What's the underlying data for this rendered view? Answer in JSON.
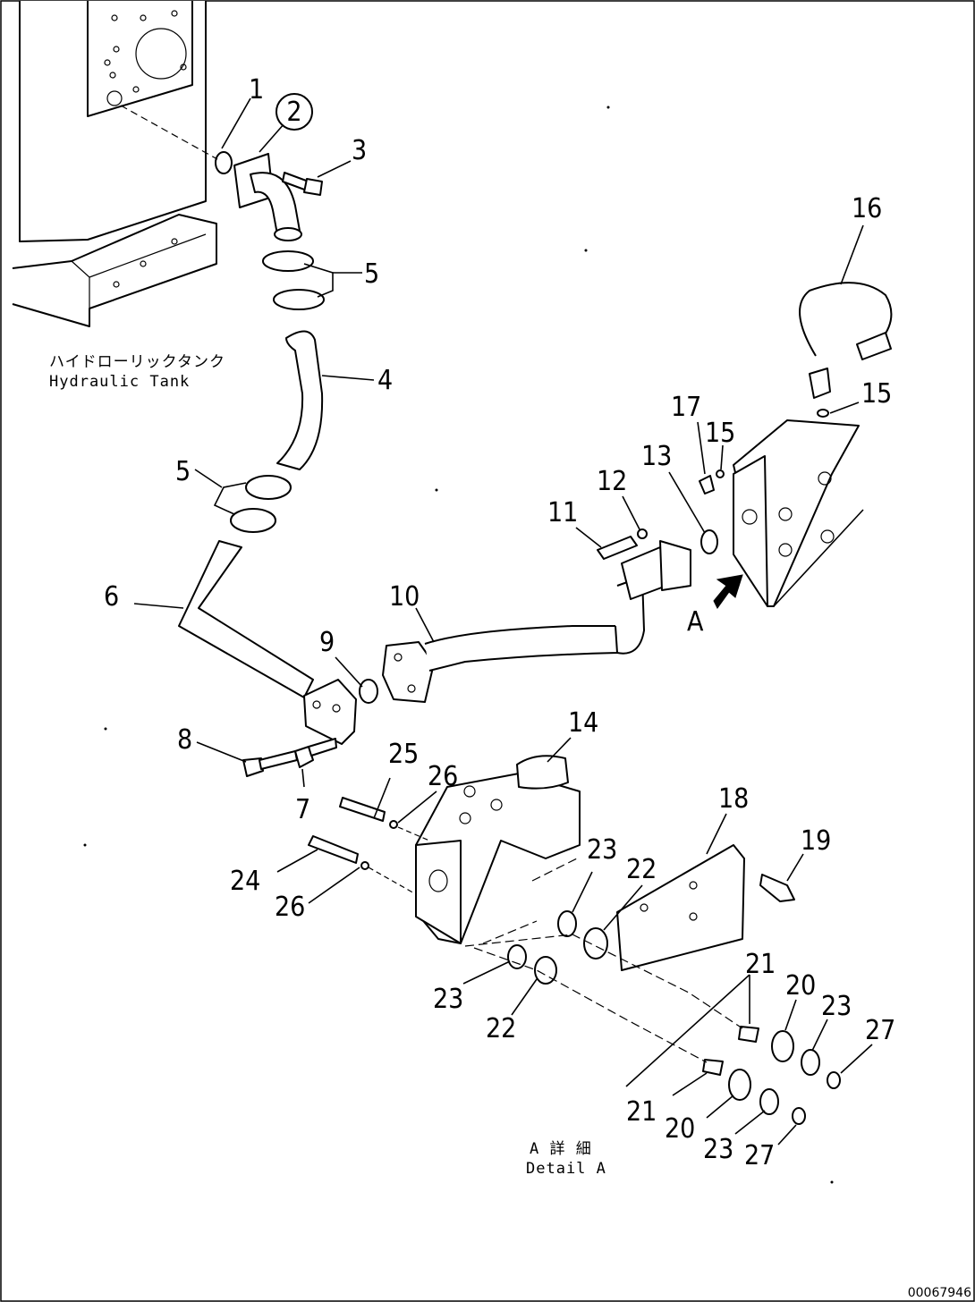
{
  "diagram": {
    "tank_label_jp": "ハイドローリックタンク",
    "tank_label_en": "Hydraulic Tank",
    "detail_label_jp": "A 詳 細",
    "detail_label_en": "Detail A",
    "view_marker": "A",
    "circled_part": "2",
    "drawing_number": "00067946",
    "callouts": [
      {
        "id": "c1",
        "text": "1"
      },
      {
        "id": "c3",
        "text": "3"
      },
      {
        "id": "c4",
        "text": "4"
      },
      {
        "id": "c5a",
        "text": "5"
      },
      {
        "id": "c5b",
        "text": "5"
      },
      {
        "id": "c6",
        "text": "6"
      },
      {
        "id": "c7",
        "text": "7"
      },
      {
        "id": "c8",
        "text": "8"
      },
      {
        "id": "c9",
        "text": "9"
      },
      {
        "id": "c10",
        "text": "10"
      },
      {
        "id": "c11",
        "text": "11"
      },
      {
        "id": "c12",
        "text": "12"
      },
      {
        "id": "c13",
        "text": "13"
      },
      {
        "id": "c14",
        "text": "14"
      },
      {
        "id": "c15a",
        "text": "15"
      },
      {
        "id": "c15b",
        "text": "15"
      },
      {
        "id": "c16",
        "text": "16"
      },
      {
        "id": "c17",
        "text": "17"
      },
      {
        "id": "c18",
        "text": "18"
      },
      {
        "id": "c19",
        "text": "19"
      },
      {
        "id": "c20a",
        "text": "20"
      },
      {
        "id": "c20b",
        "text": "20"
      },
      {
        "id": "c21a",
        "text": "21"
      },
      {
        "id": "c21b",
        "text": "21"
      },
      {
        "id": "c22a",
        "text": "22"
      },
      {
        "id": "c22b",
        "text": "22"
      },
      {
        "id": "c23a",
        "text": "23"
      },
      {
        "id": "c23b",
        "text": "23"
      },
      {
        "id": "c23c",
        "text": "23"
      },
      {
        "id": "c23d",
        "text": "23"
      },
      {
        "id": "c24",
        "text": "24"
      },
      {
        "id": "c25",
        "text": "25"
      },
      {
        "id": "c26a",
        "text": "26"
      },
      {
        "id": "c26b",
        "text": "26"
      },
      {
        "id": "c27a",
        "text": "27"
      },
      {
        "id": "c27b",
        "text": "27"
      }
    ]
  }
}
